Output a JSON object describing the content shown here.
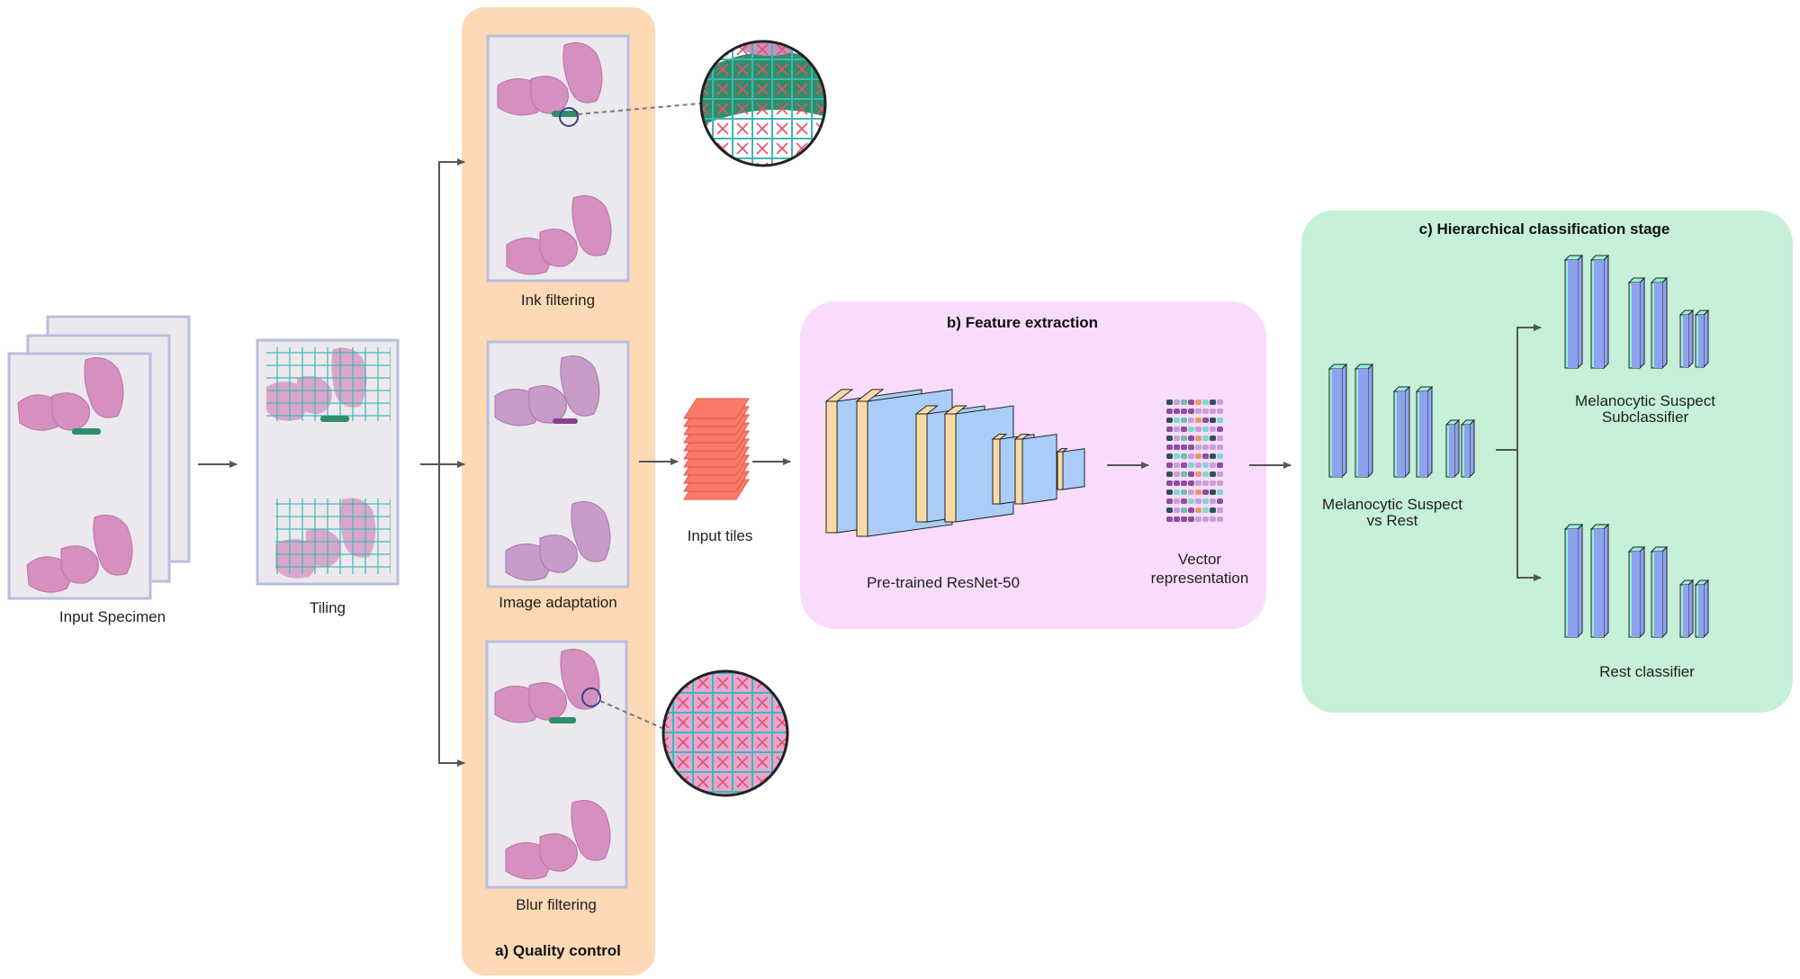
{
  "labels": {
    "input_specimen": "Input Specimen",
    "tiling": "Tiling",
    "ink_filtering": "Ink filtering",
    "image_adaptation": "Image adaptation",
    "blur_filtering": "Blur filtering",
    "quality_control": "a) Quality control",
    "input_tiles": "Input tiles",
    "feature_extraction": "b) Feature extraction",
    "resnet": "Pre-trained ResNet-50",
    "vector_line1": "Vector",
    "vector_line2": "representation",
    "hierarchical": "c) Hierarchical classification stage",
    "mel_vs_rest_line1": "Melanocytic Suspect",
    "mel_vs_rest_line2": "vs Rest",
    "mel_sub_line1": "Melanocytic Suspect",
    "mel_sub_line2": "Subclassifier",
    "rest_classifier": "Rest classifier"
  },
  "colors": {
    "quality_panel": "#fdd9b5",
    "feature_panel": "#f9dcfb",
    "classification_panel": "#c6f0d8",
    "slide_border": "#b9bedf",
    "slide_fill": "#ece9ee",
    "tissue": "#d690c0",
    "ink": "#2f8f6a",
    "grid": "#3fb7b2",
    "tile": "#fa7a6a",
    "layer_front": "#a9cdf7",
    "layer_side": "#fbd9a6",
    "block_front": "#8da3ef",
    "block_side": "#9aefd6",
    "arrow": "#555555"
  }
}
